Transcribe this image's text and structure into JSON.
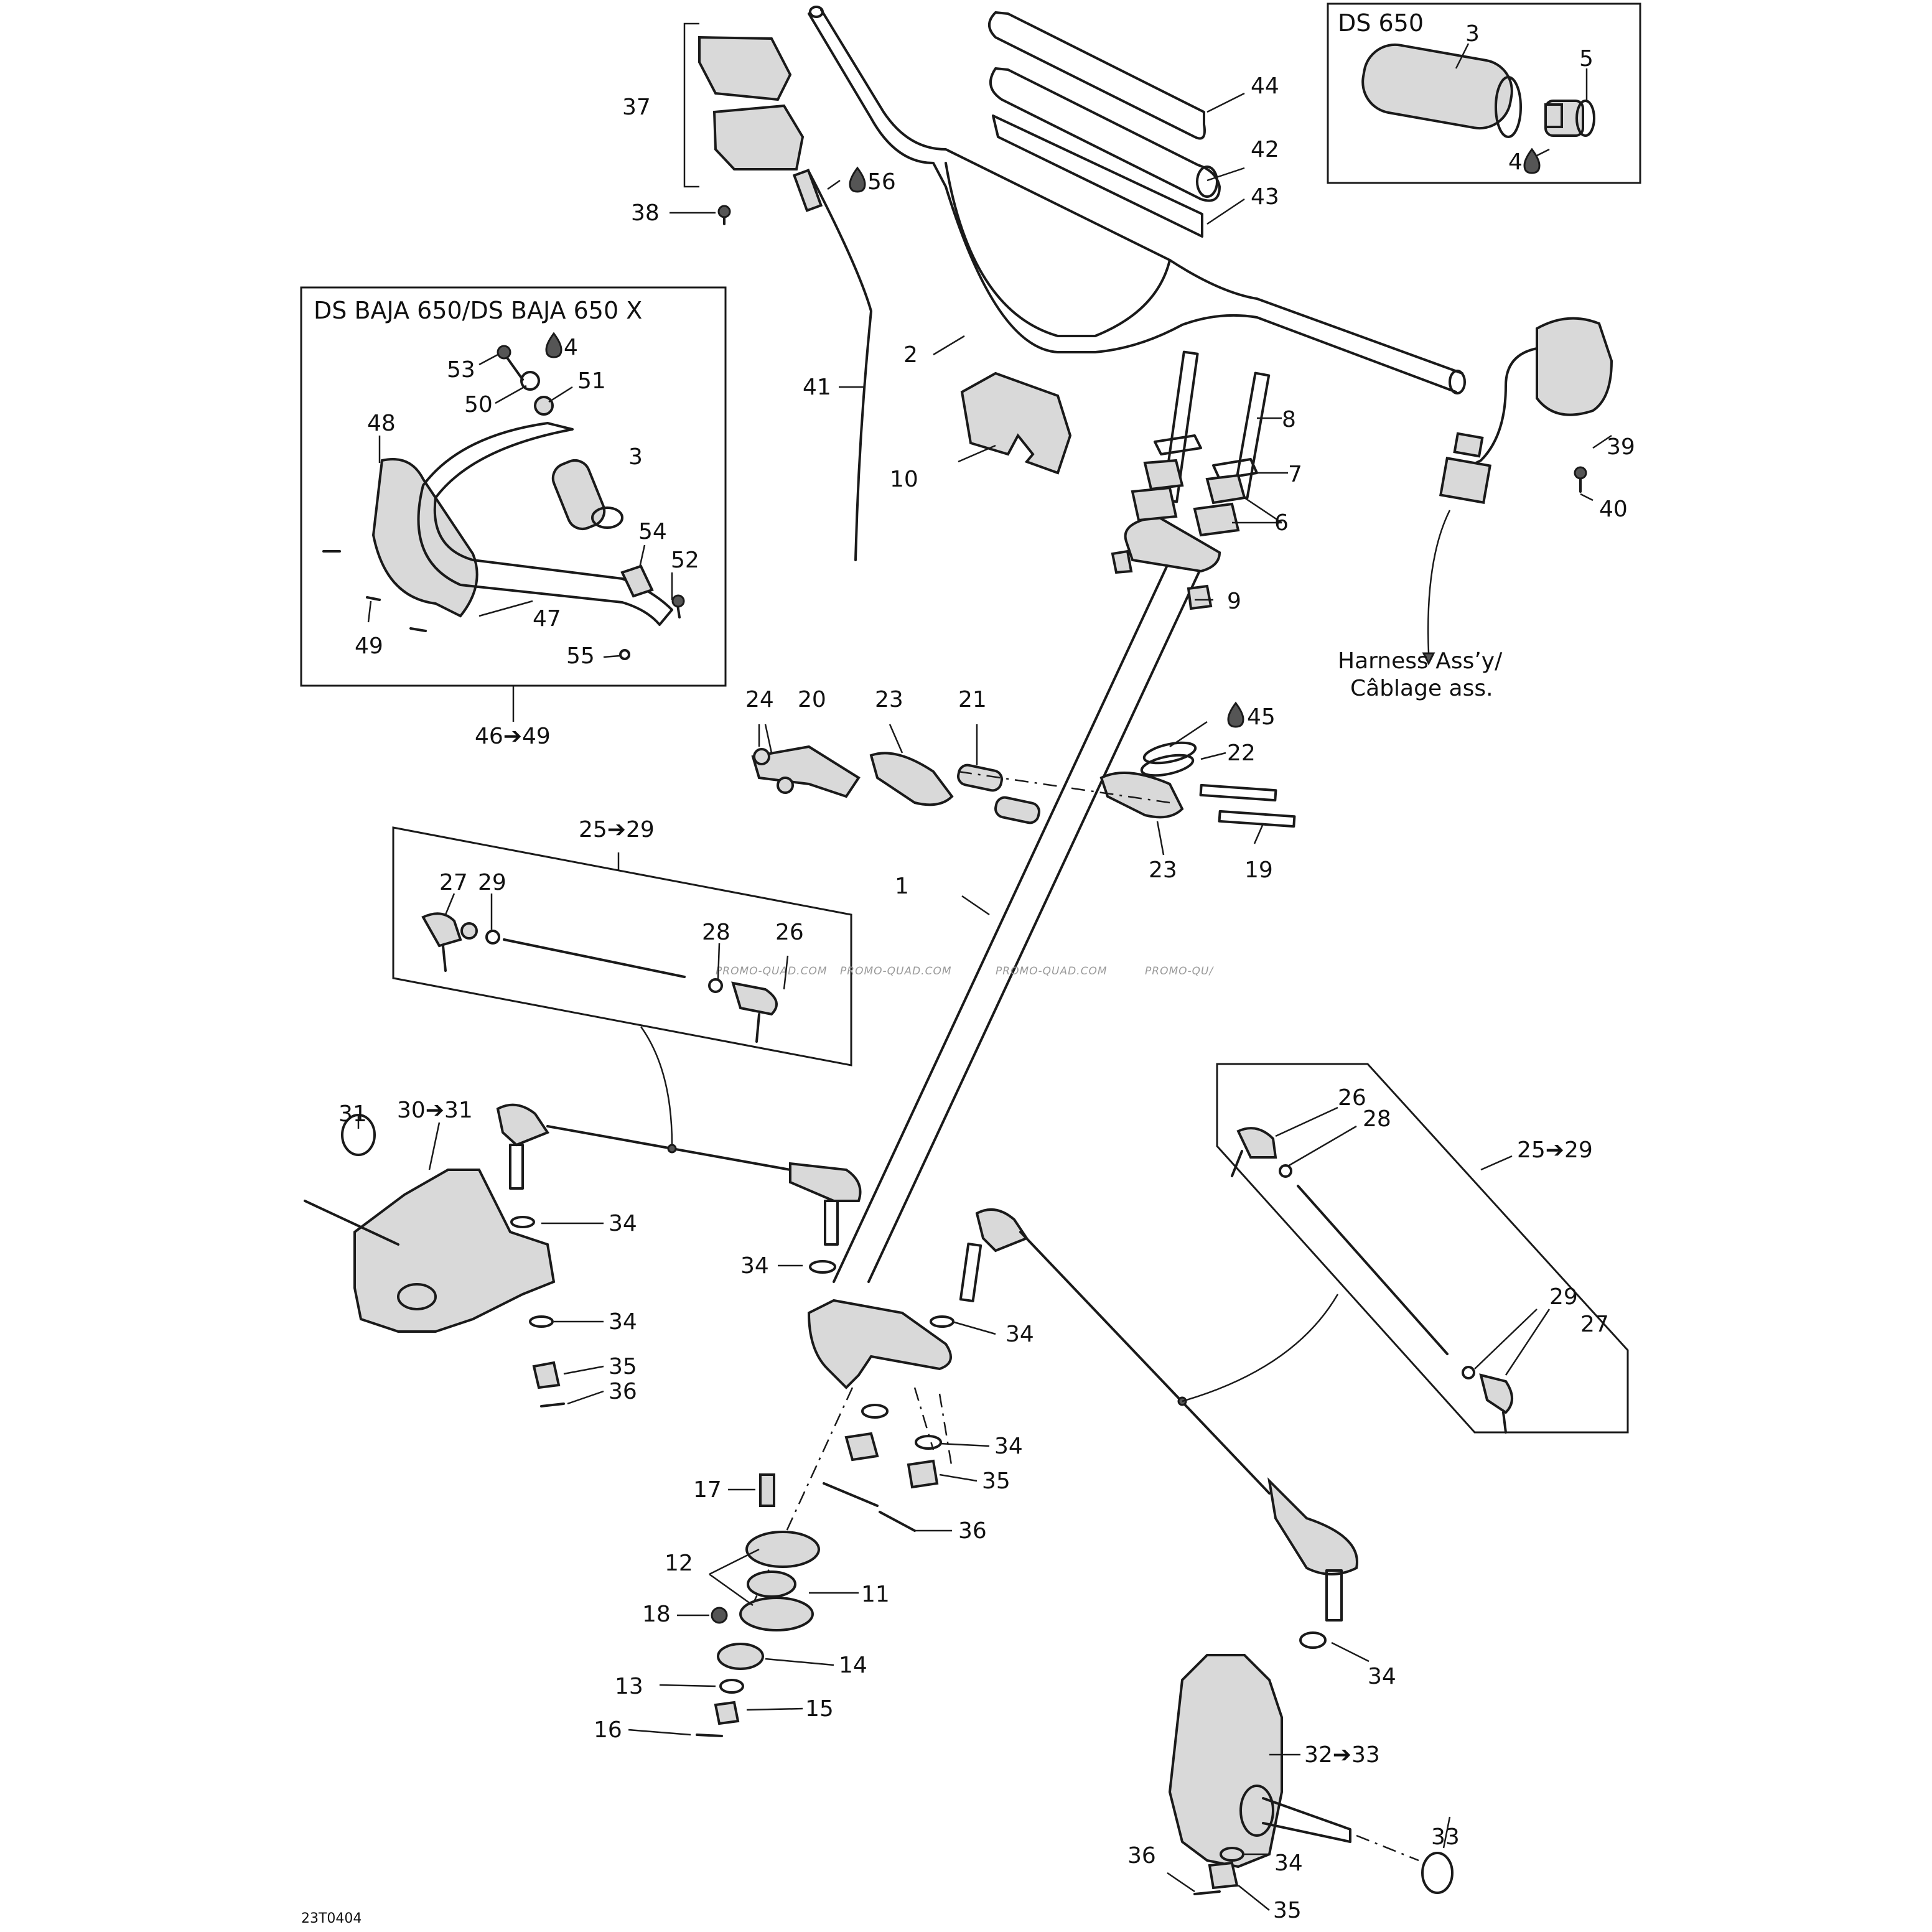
{
  "diagram": {
    "drawing_code": "23T0404",
    "watermark": [
      "PROMO-QUAD.COM",
      "PROMO-QUAD.COM",
      "PROMO-QUAD.COM",
      "PROMO-QU/"
    ],
    "boxes": {
      "ds650": {
        "title": "DS 650"
      },
      "baja": {
        "title": "DS BAJA 650/DS BAJA 650 X",
        "range_label": "46➔49"
      },
      "tierod_upper": {
        "range_label": "25➔29"
      },
      "tierod_right": {
        "range_label": "25➔29"
      }
    },
    "harness_note": [
      "Harness Ass’y/",
      "Câblage ass."
    ],
    "labels": {
      "p1": "1",
      "p2": "2",
      "p3a": "3",
      "p3b": "3",
      "p4a": "4",
      "p4b": "4",
      "p5": "5",
      "p6": "6",
      "p7": "7",
      "p8": "8",
      "p9": "9",
      "p10": "10",
      "p11": "11",
      "p12": "12",
      "p13": "13",
      "p14": "14",
      "p15": "15",
      "p16": "16",
      "p17": "17",
      "p18": "18",
      "p19": "19",
      "p20": "20",
      "p21": "21",
      "p22": "22",
      "p23a": "23",
      "p23b": "23",
      "p24": "24",
      "p25_29a": "25➔29",
      "p26a": "26",
      "p26b": "26",
      "p27a": "27",
      "p27b": "27",
      "p28a": "28",
      "p28b": "28",
      "p29a": "29",
      "p29b": "29",
      "p30_31": "30➔31",
      "p31": "31",
      "p32_33": "32➔33",
      "p33": "33",
      "p34a": "34",
      "p34b": "34",
      "p34c": "34",
      "p34d": "34",
      "p34e": "34",
      "p34f": "34",
      "p34g": "34",
      "p35a": "35",
      "p35b": "35",
      "p35c": "35",
      "p36a": "36",
      "p36b": "36",
      "p36c": "36",
      "p37": "37",
      "p38": "38",
      "p39": "39",
      "p40": "40",
      "p41": "41",
      "p42": "42",
      "p43": "43",
      "p44": "44",
      "p45": "45",
      "p47": "47",
      "p48": "48",
      "p49": "49",
      "p50": "50",
      "p51": "51",
      "p52": "52",
      "p53": "53",
      "p54": "54",
      "p55": "55",
      "p56": "56"
    }
  }
}
